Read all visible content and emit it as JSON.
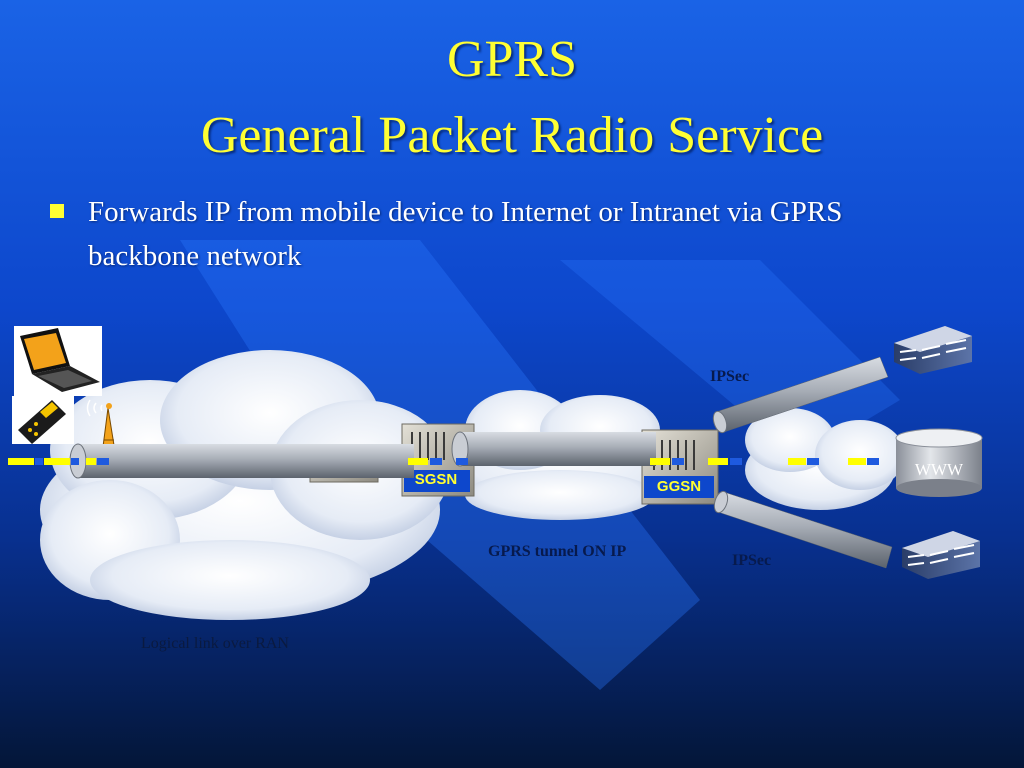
{
  "slide": {
    "title_line1": "GPRS",
    "title_line2": "General Packet Radio Service",
    "bullet": "Forwards IP from mobile device to Internet or Intranet via GPRS backbone network"
  },
  "diagram": {
    "sgsn_label": "SGSN",
    "ggsn_label": "GGSN",
    "www_label": "WWW",
    "ipsec_top_label": "IPSec",
    "ipsec_bottom_label": "IPSec",
    "tunnel_label": "GPRS tunnel ON IP",
    "ran_link_label": "Logical link over RAN"
  },
  "colors": {
    "title": "#ffff33",
    "background_top": "#1a63e6",
    "background_bottom": "#041638",
    "pipe": "#9aa0a8",
    "packet_yellow": "#ffff00",
    "packet_blue": "#1e5adf"
  }
}
